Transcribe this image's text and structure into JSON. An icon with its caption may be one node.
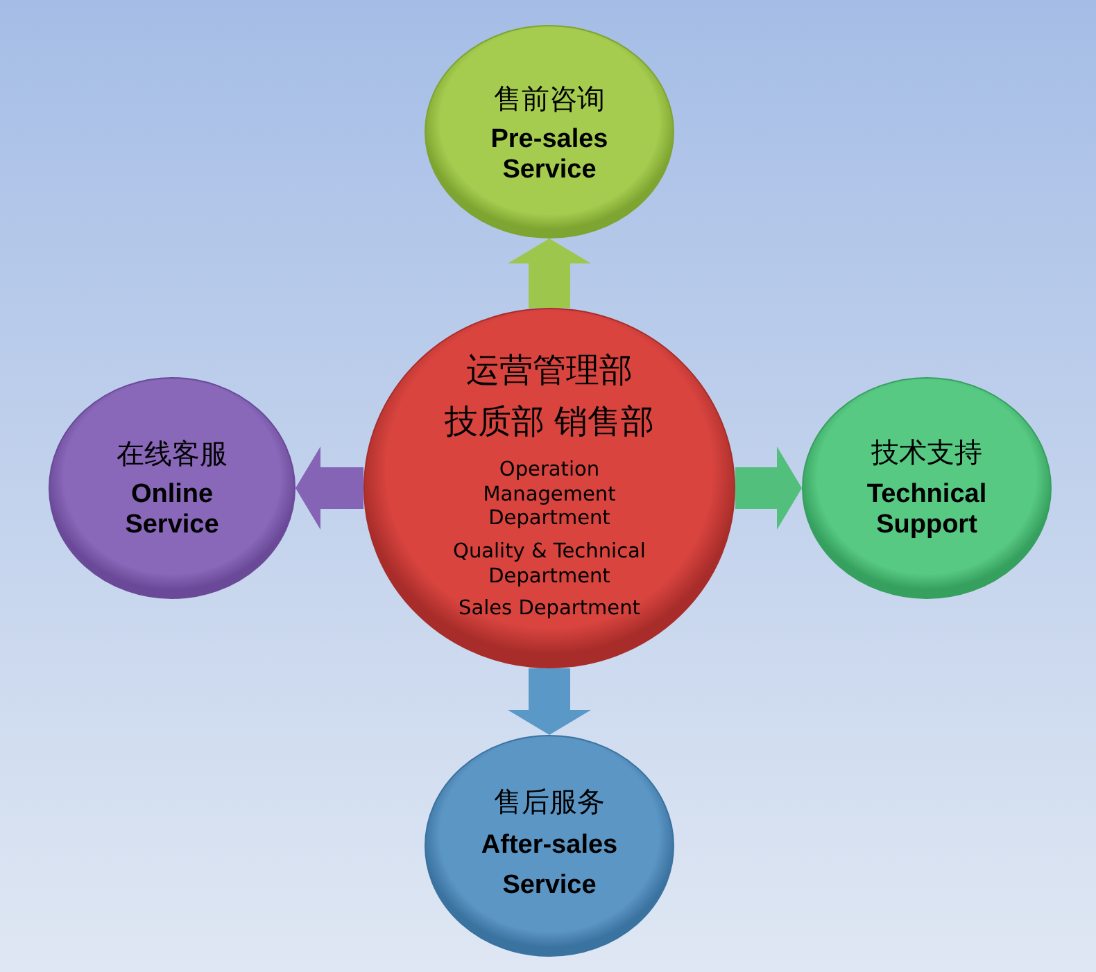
{
  "diagram": {
    "nodes": [
      {
        "text": [
          "售前咨询",
          "Pre-sales Service"
        ]
      },
      {
        "text": [
          "在线客服",
          "Online Service"
        ]
      },
      {
        "text": [
          "运营管理部",
          "技质部 销售部",
          "Operation Management Department",
          "Quality & Technical Department",
          "Sales Department"
        ]
      },
      {
        "text": [
          "技术支持",
          "Technical Support"
        ]
      },
      {
        "text": [
          "售后服务",
          "After-sales Service"
        ]
      }
    ],
    "edges": [
      {
        "from": 2,
        "to": 0,
        "arrow": "to",
        "color": "#9cc74c"
      },
      {
        "from": 2,
        "to": 1,
        "arrow": "to",
        "color": "#8563b5"
      },
      {
        "from": 2,
        "to": 3,
        "arrow": "to",
        "color": "#52c07c"
      },
      {
        "from": 2,
        "to": 4,
        "arrow": "to",
        "color": "#5a98c8"
      }
    ]
  }
}
